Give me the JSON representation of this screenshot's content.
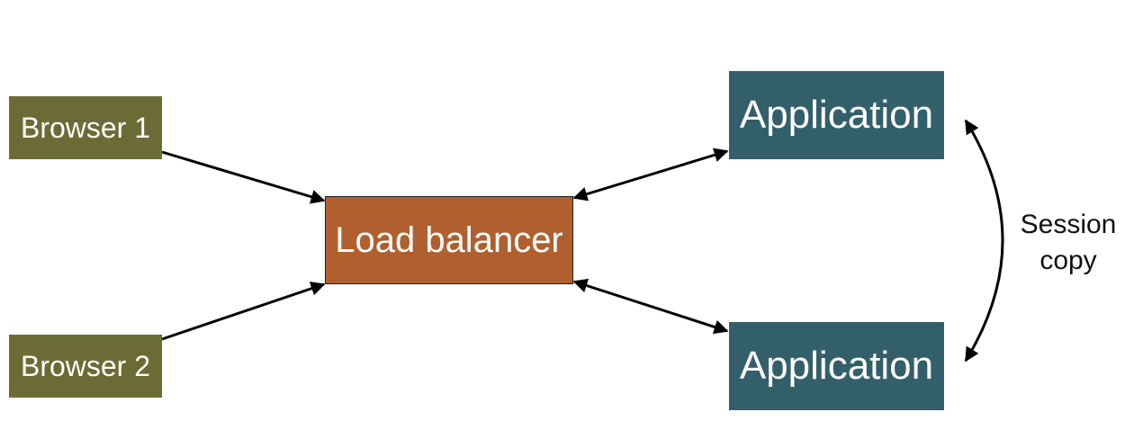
{
  "colors": {
    "browser": "#6b6b35",
    "load_balancer": "#b05f2f",
    "application": "#335f6b",
    "arrow": "#000000"
  },
  "nodes": {
    "browser1": "Browser 1",
    "browser2": "Browser 2",
    "load_balancer": "Load balancer",
    "app1": "Application",
    "app2": "Application"
  },
  "session_label": {
    "line1": "Session",
    "line2": "copy"
  },
  "edges": [
    {
      "from": "browser1",
      "to": "load_balancer",
      "direction": "forward"
    },
    {
      "from": "browser2",
      "to": "load_balancer",
      "direction": "forward"
    },
    {
      "from": "load_balancer",
      "to": "app1",
      "direction": "both"
    },
    {
      "from": "load_balancer",
      "to": "app2",
      "direction": "both"
    },
    {
      "from": "app1",
      "to": "app2",
      "direction": "both",
      "label": "session_label"
    }
  ]
}
